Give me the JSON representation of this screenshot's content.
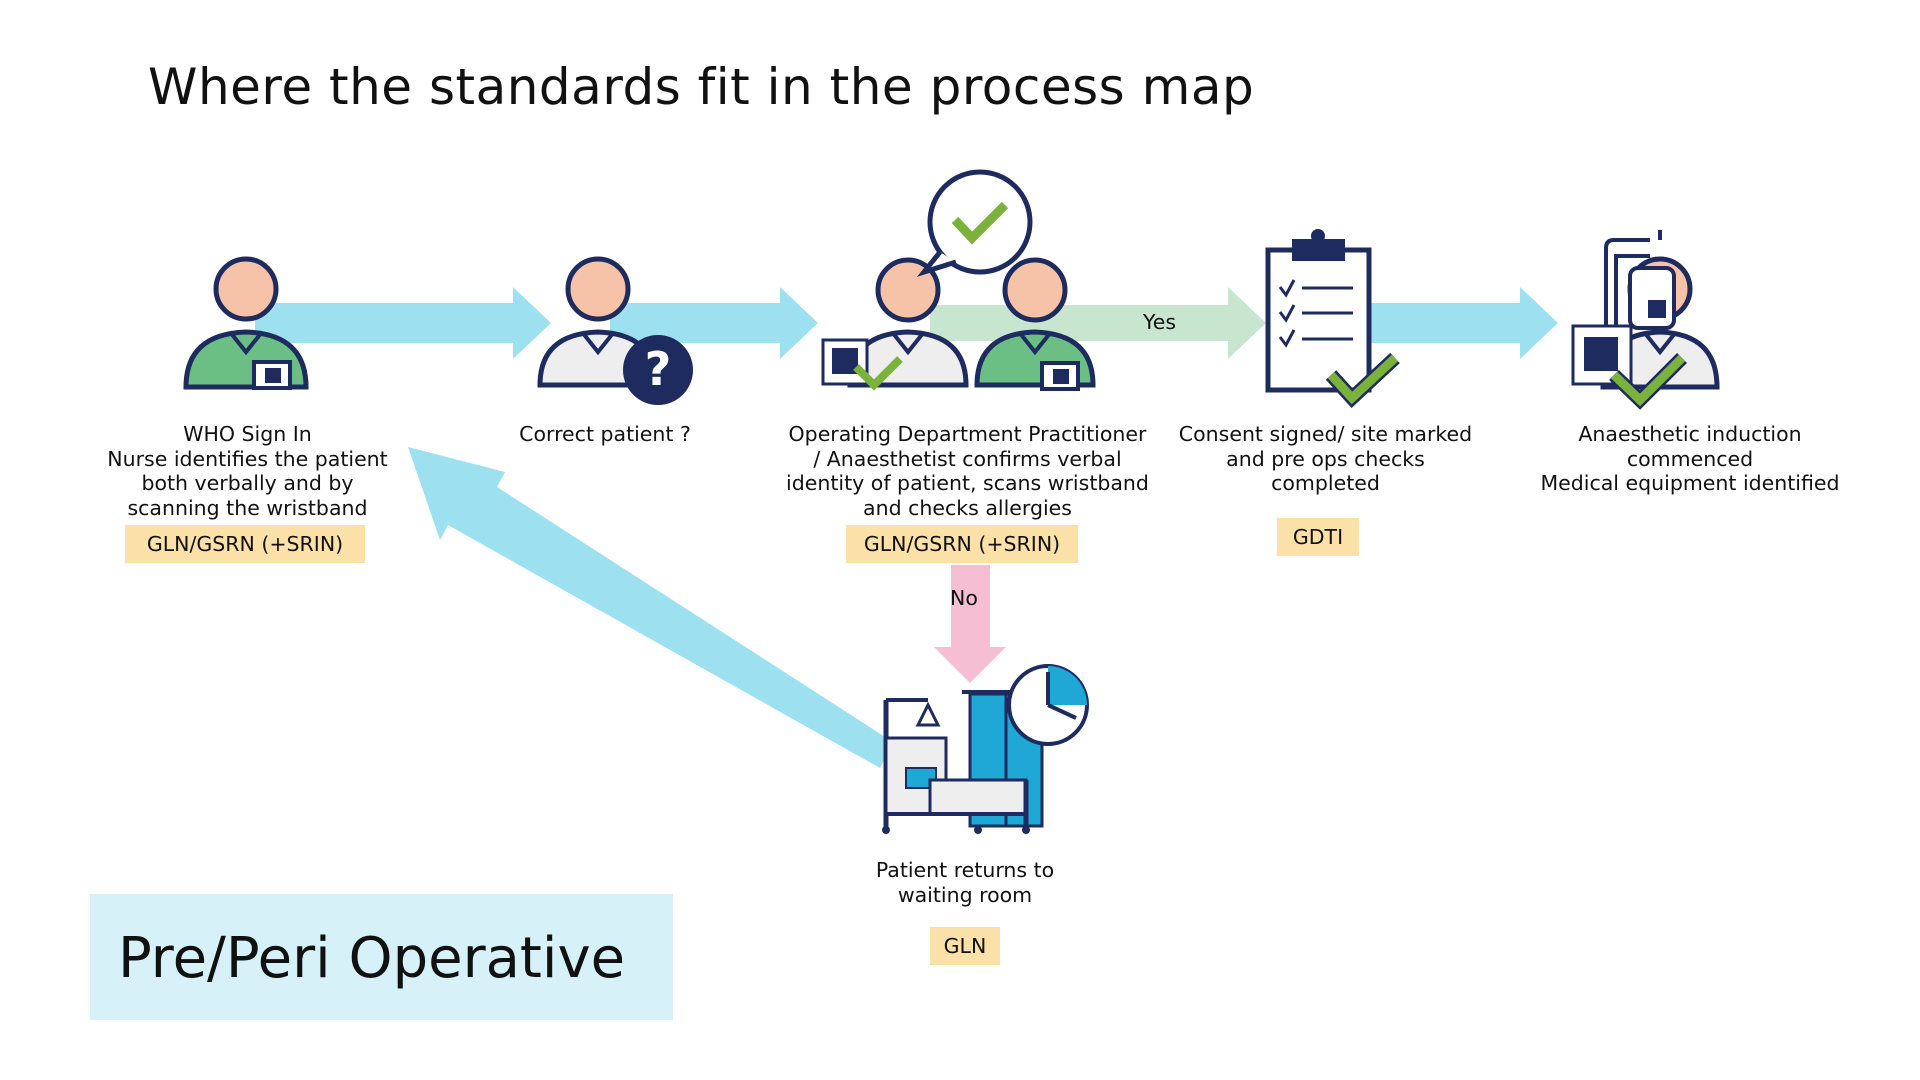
{
  "title": "Where the standards fit in the process map",
  "colors": {
    "arrow_blue": "#9de0f0",
    "arrow_yes": "#c8e6cf",
    "arrow_no": "#f6bed3",
    "tag_bg": "#fbe0a8",
    "navy": "#1d2b5e",
    "skin": "#f6c2a8",
    "scrub_green": "#6cbf84",
    "check_green": "#7ab23c",
    "phase_bg": "#d6f1f8"
  },
  "steps": [
    {
      "id": "who-sign-in",
      "icon": "nurse-with-badge-icon",
      "label": "WHO Sign In\nNurse identifies the patient\nboth verbally and by\nscanning the wristband",
      "tag": "GLN/GSRN (+SRIN)"
    },
    {
      "id": "correct-patient",
      "icon": "patient-question-icon",
      "label": "Correct patient ?",
      "tag": ""
    },
    {
      "id": "odp-confirms",
      "icon": "two-staff-confirm-icon",
      "label": "Operating Department Practitioner\n/ Anaesthetist confirms verbal\nidentity of patient, scans wristband\nand checks allergies",
      "tag": "GLN/GSRN (+SRIN)"
    },
    {
      "id": "consent-signed",
      "icon": "clipboard-checklist-icon",
      "label": "Consent signed/ site marked\nand pre ops checks\ncompleted",
      "tag": "GDTI"
    },
    {
      "id": "anaesthetic-induction",
      "icon": "equipment-clinician-icon",
      "label": "Anaesthetic induction\ncommenced\nMedical equipment identified",
      "tag": ""
    },
    {
      "id": "waiting-room",
      "icon": "bed-clock-icon",
      "label": "Patient returns to\nwaiting room",
      "tag": "GLN"
    }
  ],
  "edges": {
    "yes_label": "Yes",
    "no_label": "No"
  },
  "phase": "Pre/Peri Operative"
}
